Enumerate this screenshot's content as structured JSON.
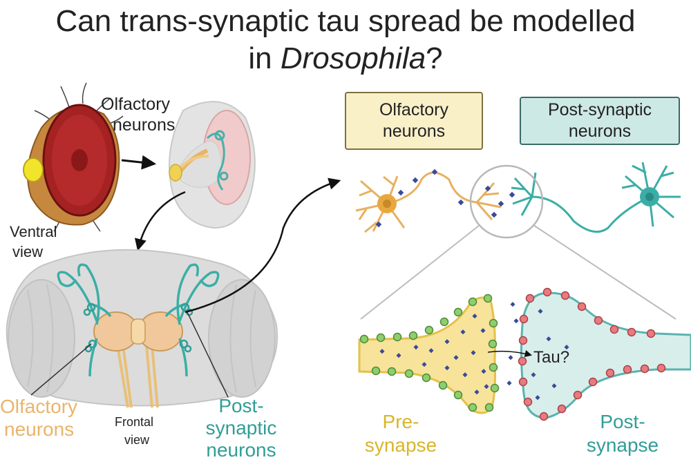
{
  "title": {
    "line1": "Can trans-synaptic tau spread be modelled",
    "line2_prefix": "in ",
    "line2_italic": "Drosophila",
    "line2_suffix": "?"
  },
  "labels": {
    "olfactory_top_1": "Olfactory",
    "olfactory_top_2": "neurons",
    "ventral_1": "Ventral",
    "ventral_2": "view",
    "olfactory_bottom_1": "Olfactory",
    "olfactory_bottom_2": "neurons",
    "frontal_1": "Frontal",
    "frontal_2": "view",
    "post_bottom_1": "Post-",
    "post_bottom_2": "synaptic",
    "post_bottom_3": "neurons",
    "box_olfactory_1": "Olfactory",
    "box_olfactory_2": "neurons",
    "box_post_1": "Post-synaptic",
    "box_post_2": "neurons",
    "tau": "Tau?",
    "pre_1": "Pre-",
    "pre_2": "synapse",
    "postsyn_1": "Post-",
    "postsyn_2": "synapse"
  },
  "colors": {
    "olfactory": "#e8b060",
    "olfactory_label": "#e9b46a",
    "post_synaptic": "#3aaea6",
    "post_label": "#2f9e97",
    "presynapse_label": "#d9b52a",
    "tau_marker": "#3a4a9a",
    "pre_dot": "#8fce6b",
    "post_dot": "#e97a7f"
  }
}
